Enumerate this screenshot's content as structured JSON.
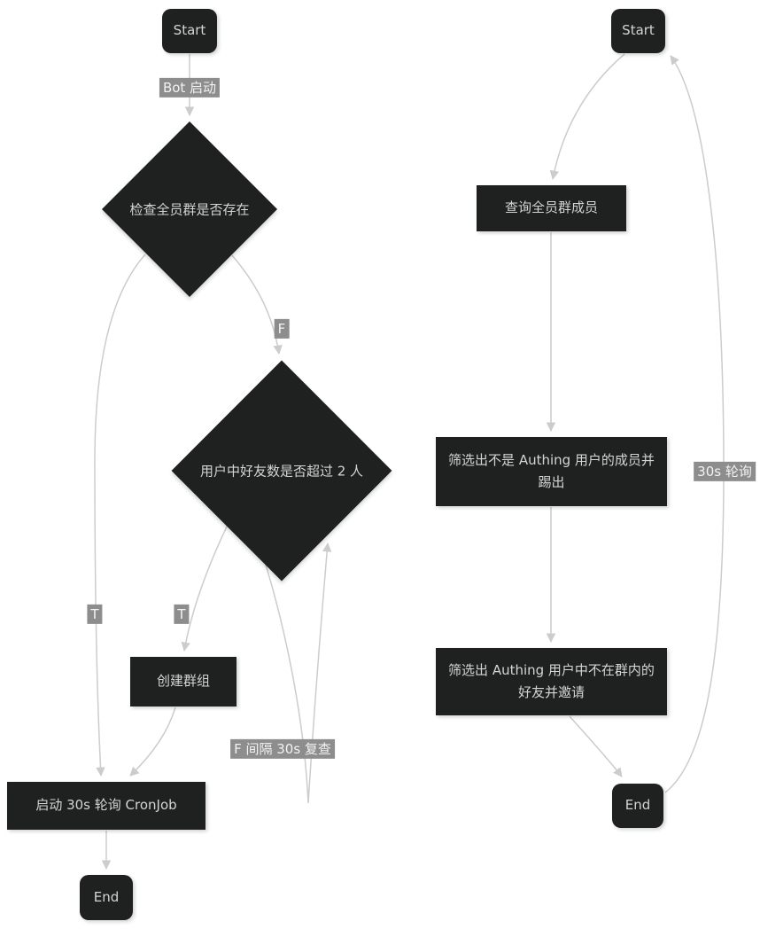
{
  "colors": {
    "bg": "#ffffff",
    "node_bg": "#1f2020",
    "node_text": "#d4d4d4",
    "edge": "#cccccc",
    "label_bg": "#8d8d8d",
    "label_text": "#f2f2f2"
  },
  "left": {
    "start_label": "Start",
    "check_group_exists": "检查全员群是否存在",
    "friends_over_2": "用户中好友数是否超过 2 人",
    "create_group": "创建群组",
    "start_cronjob": "启动 30s 轮询 CronJob",
    "end_label": "End",
    "edge_bot_start": "Bot 启动",
    "edge_f": "F",
    "edge_t_left": "T",
    "edge_t_mid": "T",
    "edge_recheck": "F 间隔 30s 复查"
  },
  "right": {
    "start_label": "Start",
    "query_members": "查询全员群成员",
    "kick_non_authing": "筛选出不是 Authing 用户的成员并踢出",
    "invite_missing": "筛选出 Authing 用户中不在群内的好友并邀请",
    "end_label": "End",
    "edge_poll": "30s 轮询"
  }
}
